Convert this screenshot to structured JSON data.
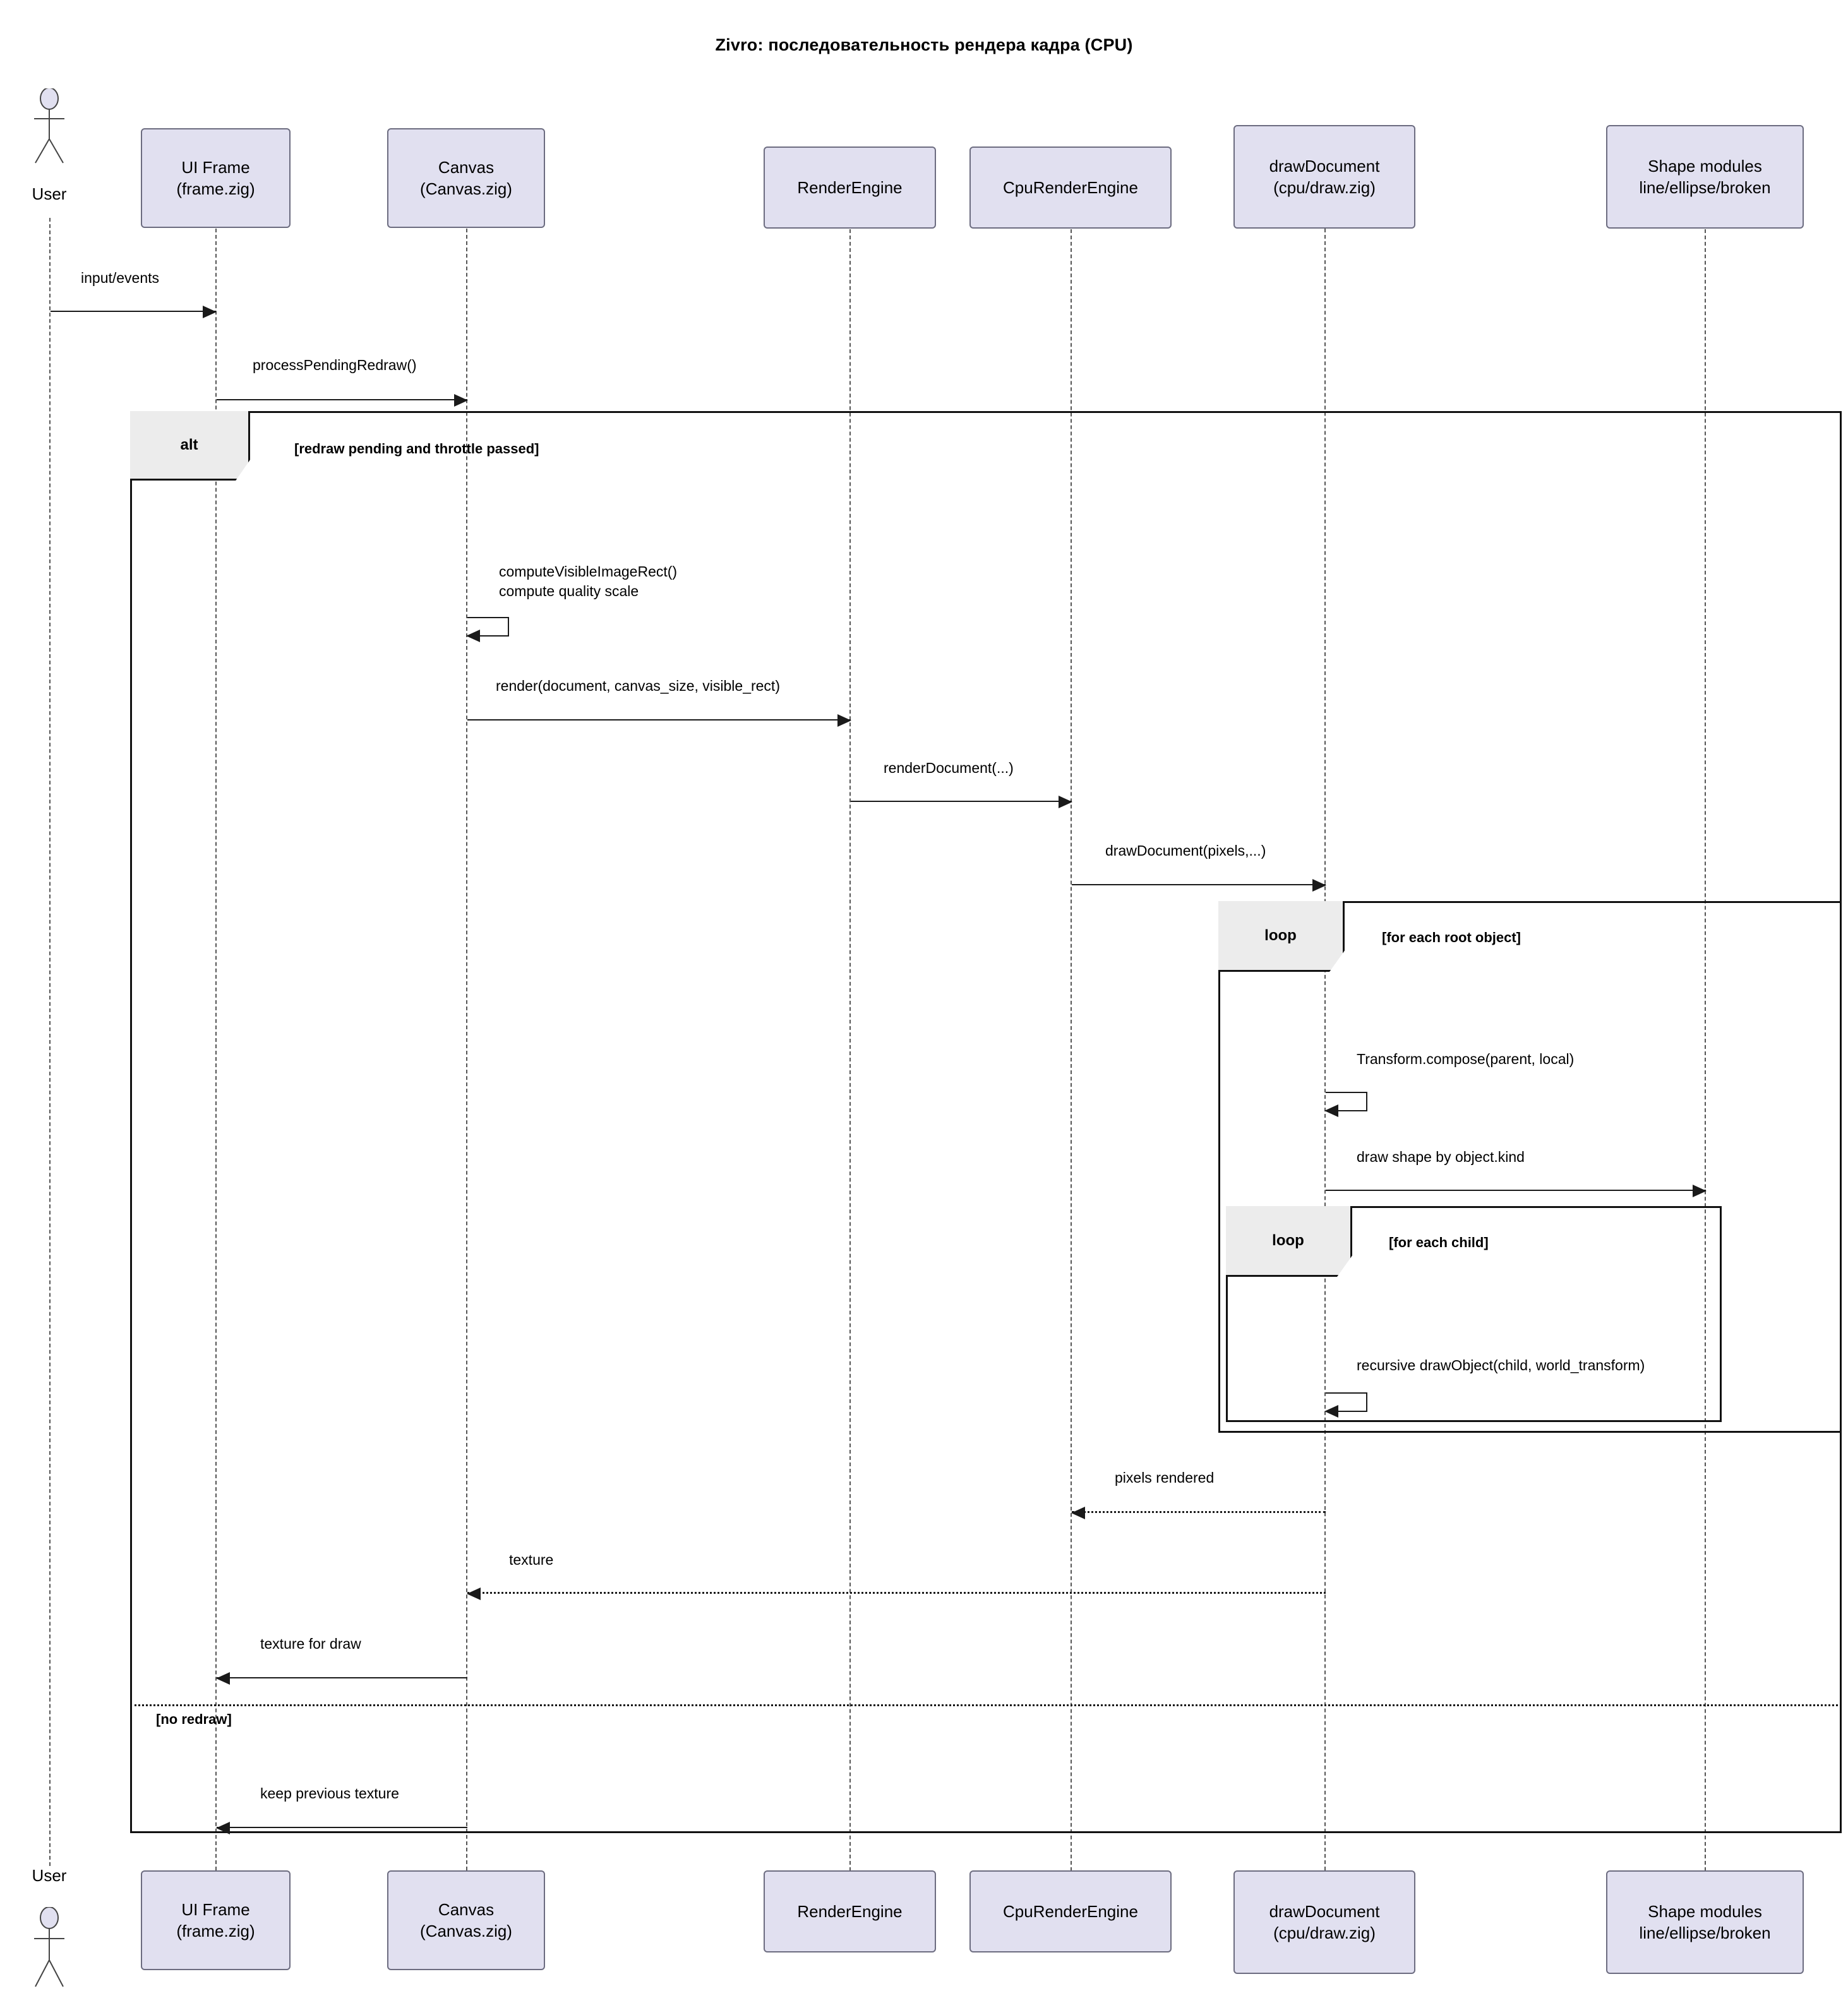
{
  "diagram": {
    "title": "Zivro: последовательность рендера кадра (CPU)",
    "type": "uml-sequence-diagram"
  },
  "actor": {
    "name": "User",
    "label_top": "User",
    "label_bottom": "User"
  },
  "participants": [
    {
      "id": "ui-frame",
      "label": "UI Frame\n(frame.zig)"
    },
    {
      "id": "canvas",
      "label": "Canvas\n(Canvas.zig)"
    },
    {
      "id": "render-engine",
      "label": "RenderEngine"
    },
    {
      "id": "cpu-render-engine",
      "label": "CpuRenderEngine"
    },
    {
      "id": "draw-document",
      "label": "drawDocument\n(cpu/draw.zig)"
    },
    {
      "id": "shape-modules",
      "label": "Shape modules\nline/ellipse/broken"
    }
  ],
  "fragments": [
    {
      "id": "alt-redraw",
      "kind": "alt",
      "condition": "[redraw pending and throttle passed]",
      "else_condition": "[no redraw]"
    },
    {
      "id": "loop-root",
      "kind": "loop",
      "condition": "[for each root object]"
    },
    {
      "id": "loop-child",
      "kind": "loop",
      "condition": "[for each child]"
    }
  ],
  "messages": [
    {
      "id": "m1",
      "label": "input/events",
      "from": "User",
      "to": "UI Frame",
      "style": "solid"
    },
    {
      "id": "m2",
      "label": "processPendingRedraw()",
      "from": "UI Frame",
      "to": "Canvas",
      "style": "solid"
    },
    {
      "id": "m3",
      "label": "computeVisibleImageRect()\ncompute quality scale",
      "from": "Canvas",
      "to": "Canvas",
      "style": "self"
    },
    {
      "id": "m4",
      "label": "render(document, canvas_size, visible_rect)",
      "from": "Canvas",
      "to": "RenderEngine",
      "style": "solid"
    },
    {
      "id": "m5",
      "label": "renderDocument(...)",
      "from": "RenderEngine",
      "to": "CpuRenderEngine",
      "style": "solid"
    },
    {
      "id": "m6",
      "label": "drawDocument(pixels,...)",
      "from": "CpuRenderEngine",
      "to": "drawDocument",
      "style": "solid"
    },
    {
      "id": "m7",
      "label": "Transform.compose(parent, local)",
      "from": "drawDocument",
      "to": "drawDocument",
      "style": "self"
    },
    {
      "id": "m8",
      "label": "draw shape by object.kind",
      "from": "drawDocument",
      "to": "Shape modules",
      "style": "solid"
    },
    {
      "id": "m9",
      "label": "recursive drawObject(child, world_transform)",
      "from": "drawDocument",
      "to": "drawDocument",
      "style": "self"
    },
    {
      "id": "m10",
      "label": "pixels rendered",
      "from": "drawDocument",
      "to": "CpuRenderEngine",
      "style": "dotted"
    },
    {
      "id": "m11",
      "label": "texture",
      "from": "CpuRenderEngine",
      "to": "Canvas",
      "style": "dotted"
    },
    {
      "id": "m12",
      "label": "texture for draw",
      "from": "Canvas",
      "to": "UI Frame",
      "style": "solid"
    },
    {
      "id": "m13",
      "label": "keep previous texture",
      "from": "Canvas",
      "to": "UI Frame",
      "style": "solid"
    }
  ],
  "colors": {
    "participant_fill": "#E1E0F0",
    "participant_border": "#6c6c80",
    "fragment_tab_fill": "#ECECEC",
    "line": "#1a1a1a"
  }
}
